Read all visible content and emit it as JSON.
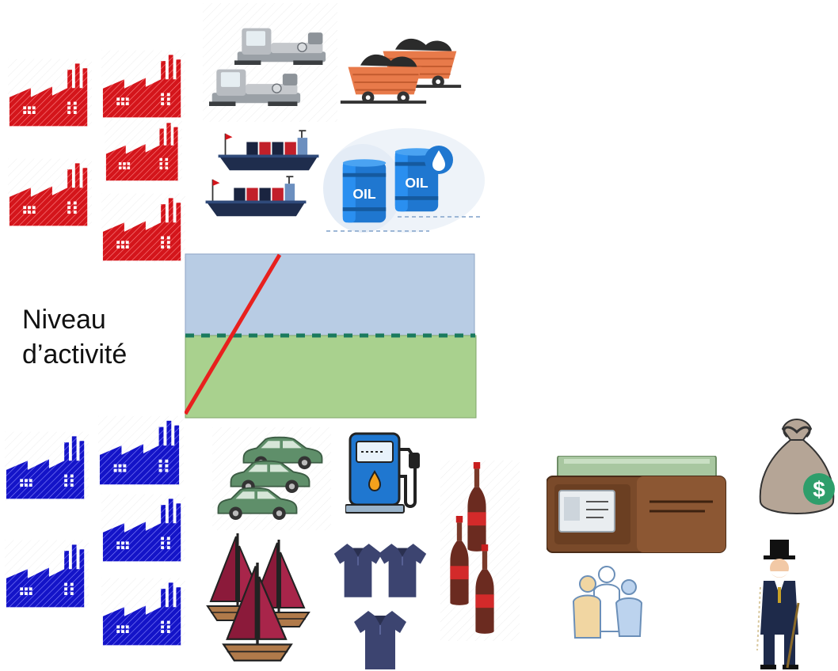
{
  "label": {
    "line1": "Niveau",
    "line2": "d’activité"
  },
  "diagram": {
    "colors": {
      "factory_top": "#d4151b",
      "factory_bottom": "#1414c8",
      "chart_upper": "#b8cce4",
      "chart_lower": "#a9d18e",
      "threshold_line": "#1a7a5e",
      "activity_line": "#e8201e"
    },
    "oil_label": "OIL",
    "icons_top": [
      "factory-icon",
      "machine-tool-icon",
      "mine-cart-icon",
      "cargo-ship-icon",
      "oil-barrel-icon"
    ],
    "icons_bottom": [
      "factory-icon",
      "car-icon",
      "fuel-pump-icon",
      "soda-bottle-icon",
      "wallet-icon",
      "money-bag-icon",
      "sailboat-icon",
      "polo-shirt-icon",
      "people-icon",
      "rich-man-icon"
    ]
  }
}
